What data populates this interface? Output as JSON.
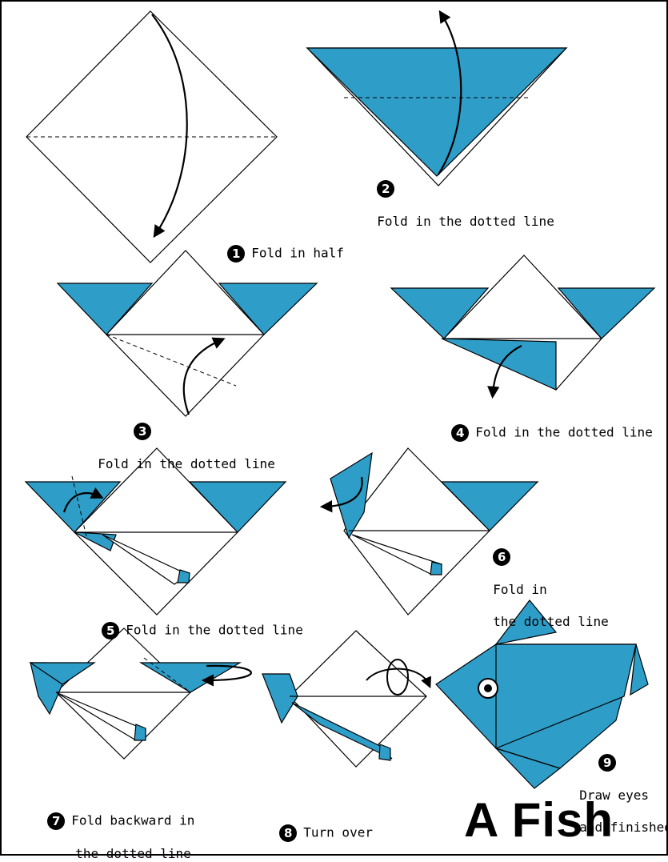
{
  "title": "A Fish",
  "colors": {
    "paper_blue": "#2e9dc8",
    "outline": "#000000",
    "paper_white": "#ffffff"
  },
  "steps": [
    {
      "number": "1",
      "lines": [
        "Fold in half"
      ]
    },
    {
      "number": "2",
      "lines": [
        "Fold in the dotted line"
      ]
    },
    {
      "number": "3",
      "lines": [
        "Fold in the dotted line"
      ]
    },
    {
      "number": "4",
      "lines": [
        "Fold in the dotted line"
      ]
    },
    {
      "number": "5",
      "lines": [
        "Fold in the dotted line"
      ]
    },
    {
      "number": "6",
      "lines": [
        "Fold in",
        "the dotted line"
      ]
    },
    {
      "number": "7",
      "lines": [
        "Fold backward in",
        "the dotted line"
      ]
    },
    {
      "number": "8",
      "lines": [
        "Turn over"
      ]
    },
    {
      "number": "9",
      "lines": [
        "Draw eyes",
        "and finished"
      ]
    }
  ]
}
